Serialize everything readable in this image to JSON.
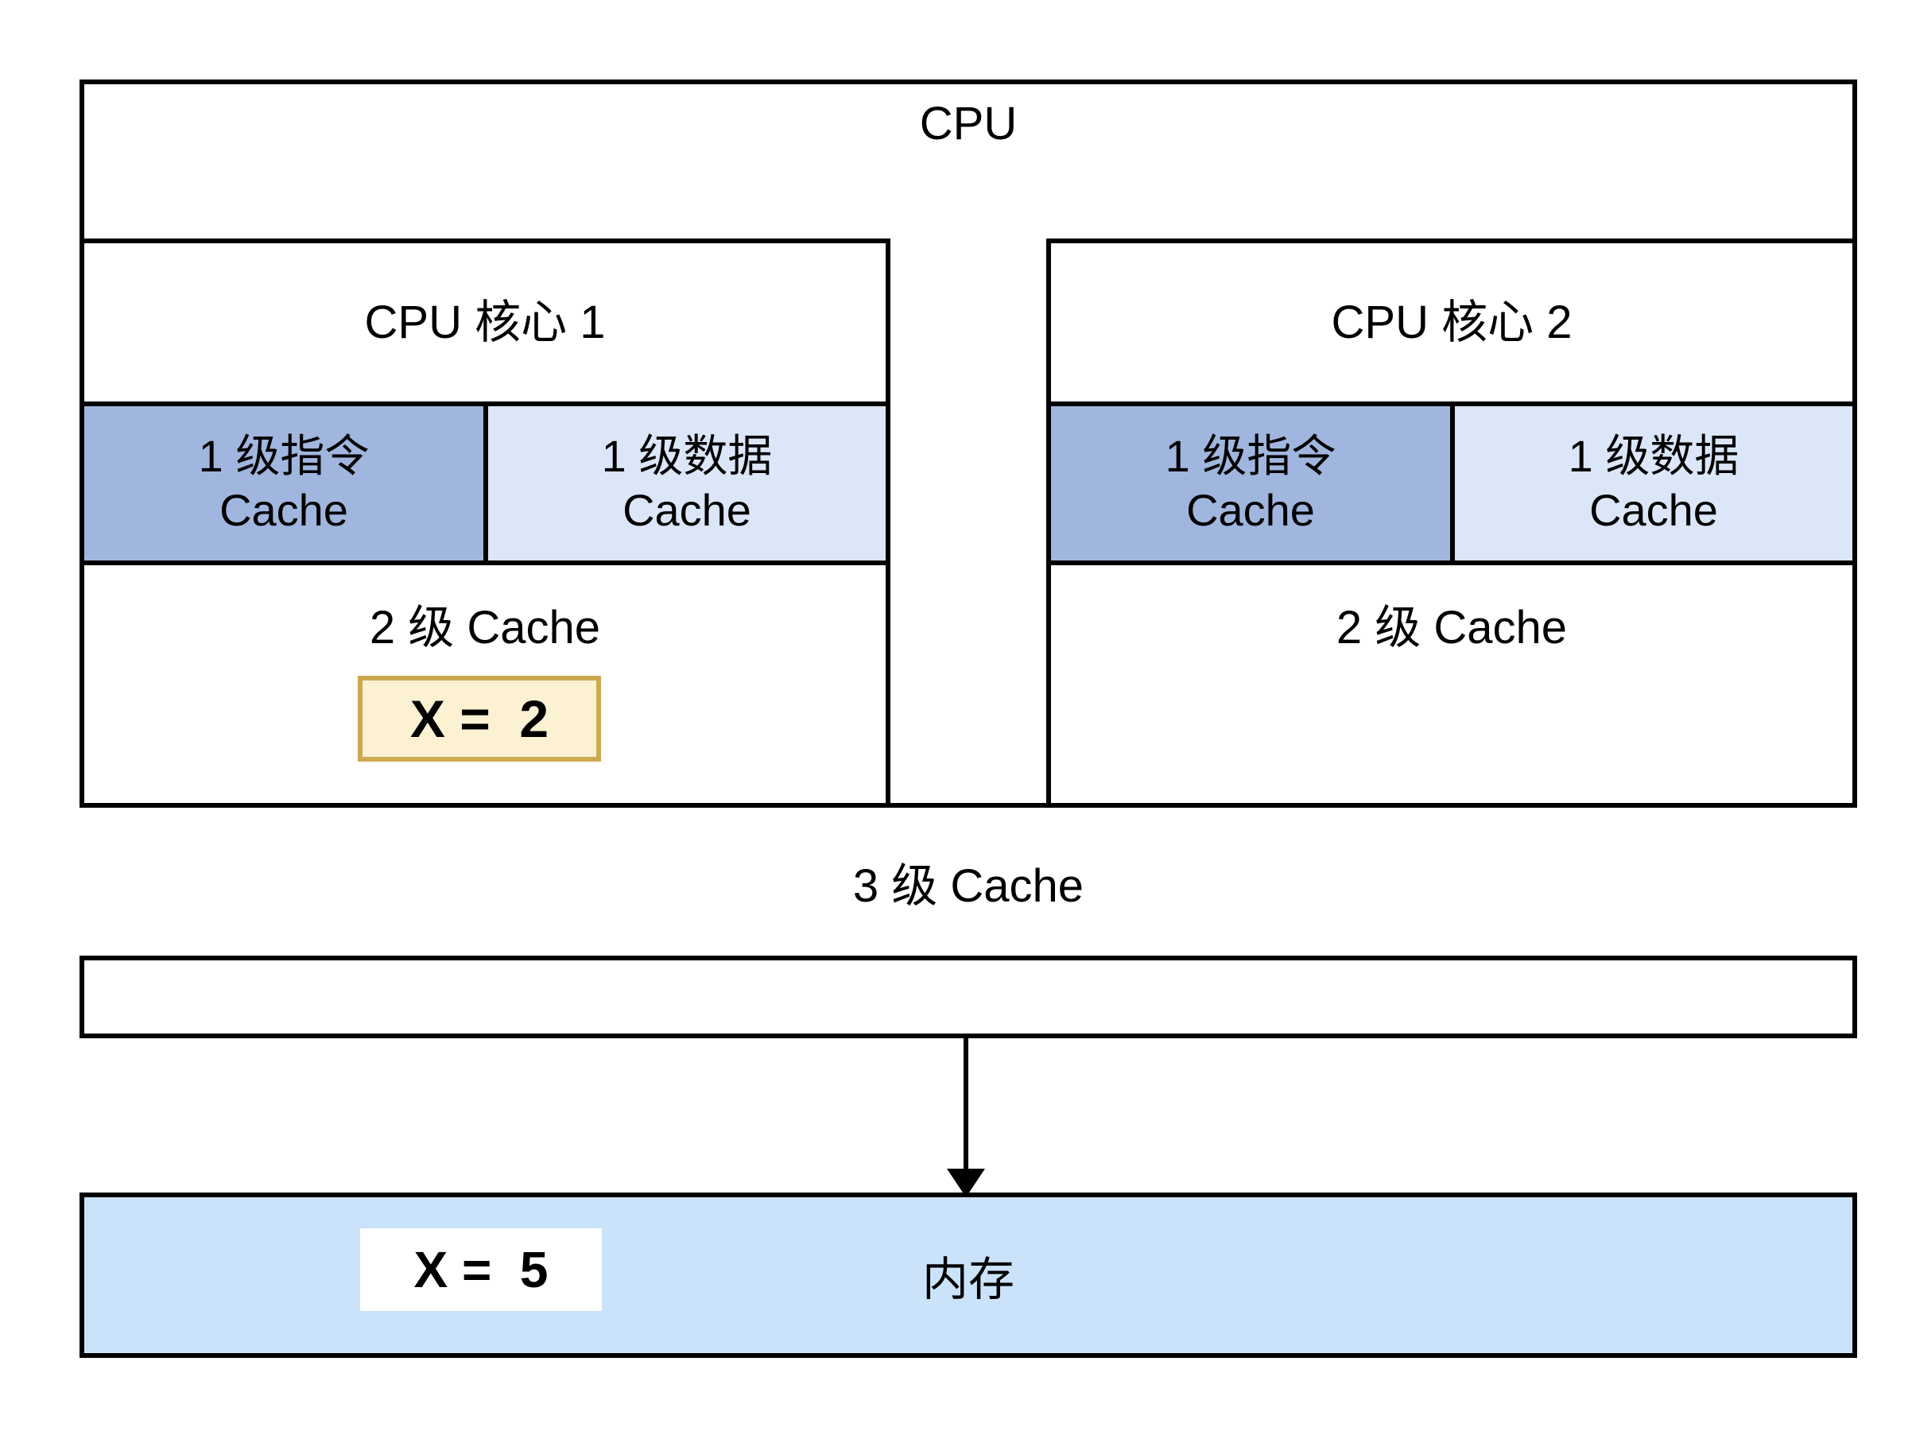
{
  "diagram": {
    "cpu": {
      "label": "CPU",
      "cores": [
        {
          "title": "CPU 核心 1",
          "l1_instruction_cache": {
            "line1": "1 级指令",
            "line2": "Cache"
          },
          "l1_data_cache": {
            "line1": "1 级数据",
            "line2": "Cache"
          },
          "l2_cache_label": "2 级 Cache",
          "cached_value": "X =  2"
        },
        {
          "title": "CPU 核心 2",
          "l1_instruction_cache": {
            "line1": "1 级指令",
            "line2": "Cache"
          },
          "l1_data_cache": {
            "line1": "1 级数据",
            "line2": "Cache"
          },
          "l2_cache_label": "2 级 Cache"
        }
      ],
      "l3_cache_label": "3 级 Cache"
    },
    "memory": {
      "label": "内存",
      "value": "X =  5"
    },
    "colors": {
      "l1_instruction_fill": "#a0b6de",
      "l1_data_fill": "#dbe6f8",
      "memory_fill": "#cae3fa",
      "highlight_fill": "#fcf2d3",
      "highlight_border": "#cda94e",
      "line": "#000000"
    }
  }
}
